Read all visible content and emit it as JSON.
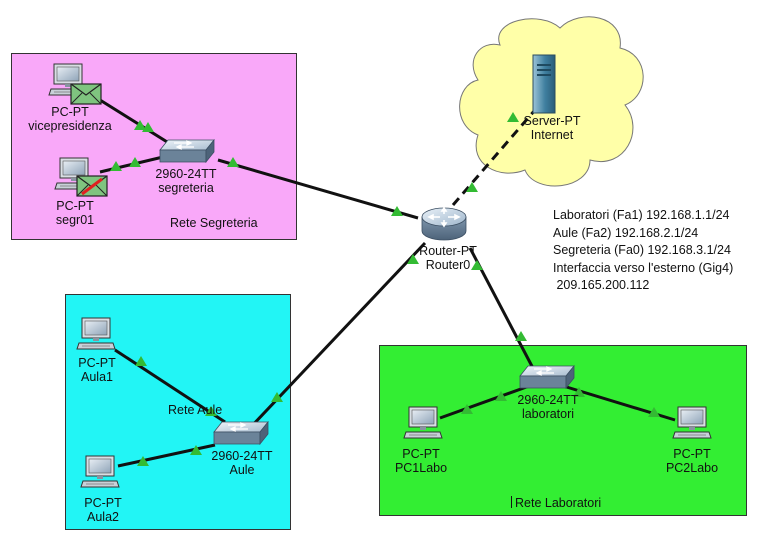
{
  "zones": {
    "segreteria": {
      "label": "Rete Segreteria",
      "color": "#f9a8f9"
    },
    "aule": {
      "label": "Rete Aule",
      "color": "#22f5f5"
    },
    "laboratori": {
      "label": "Rete Laboratori",
      "color": "#33ee33"
    },
    "cloud": {
      "color": "#ffffa8"
    }
  },
  "devices": {
    "pc_vicepresidenza": {
      "model": "PC-PT",
      "name": "vicepresidenza"
    },
    "pc_segr01": {
      "model": "PC-PT",
      "name": "segr01"
    },
    "switch_segreteria": {
      "model": "2960-24TT",
      "name": "segreteria"
    },
    "server_internet": {
      "model": "Server-PT",
      "name": "Internet"
    },
    "router0": {
      "model": "Router-PT",
      "name": "Router0"
    },
    "pc_aula1": {
      "model": "PC-PT",
      "name": "Aula1"
    },
    "pc_aula2": {
      "model": "PC-PT",
      "name": "Aula2"
    },
    "switch_aule": {
      "model": "2960-24TT",
      "name": "Aule"
    },
    "switch_laboratori": {
      "model": "2960-24TT",
      "name": "laboratori"
    },
    "pc_pc1labo": {
      "model": "PC-PT",
      "name": "PC1Labo"
    },
    "pc_pc2labo": {
      "model": "PC-PT",
      "name": "PC2Labo"
    }
  },
  "info_lines": [
    "Laboratori (Fa1) 192.168.1.1/24",
    "Aule (Fa2) 192.168.2.1/24",
    "Segreteria (Fa0) 192.168.3.1/24",
    "Interfaccia verso l'esterno (Gig4)",
    " 209.165.200.112"
  ],
  "colors": {
    "link": "#111111",
    "link_up": "#33bb33",
    "envelope": "#7fc47f"
  }
}
